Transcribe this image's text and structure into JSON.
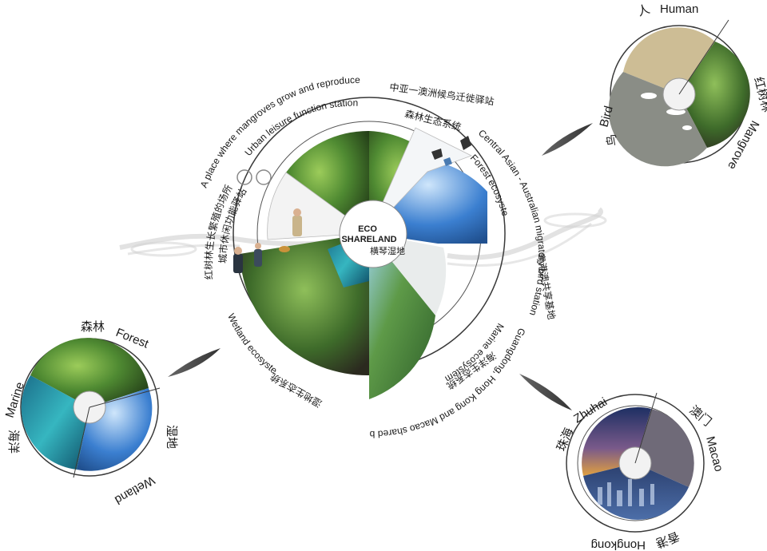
{
  "center": {
    "title_line1": "ECO",
    "title_line2": "SHARELAND",
    "subtitle_cn": "横琴湿地"
  },
  "ring_labels": {
    "mangrove_cn": "红树林生长繁殖的场所",
    "mangrove_en": "A place where mangroves grow and reproduce",
    "leisure_cn": "城市休闲功能驿站",
    "leisure_en": "Urban leisure function station",
    "bird_cn": "中亚一澳洲候鸟迁徙驿站",
    "bird_en": "Central Asian - Australian migratory bird station",
    "forest_cn": "森林生态系统",
    "forest_en": "Forest ecosystem",
    "gba_cn": "粤港澳共享基地",
    "gba_en": "Guangdong, Hong Kong and Macao shared base",
    "marine_cn": "海洋生态系统",
    "marine_en": "Marine ecosystem",
    "wetland_cn": "湿地生态系统",
    "wetland_en": "Wetland ecosystem"
  },
  "satellites": {
    "human": {
      "human_en": "Human",
      "human_cn": "人",
      "bird_en": "Bird",
      "bird_cn": "鸟",
      "mangrove_en": "Mangrove",
      "mangrove_cn": "红树林"
    },
    "ecosystem": {
      "forest_en": "Forest",
      "forest_cn": "森林",
      "marine_en": "Marine",
      "marine_cn": "海洋",
      "wetland_en": "Wetland",
      "wetland_cn": "湿地"
    },
    "region": {
      "zhuhai_en": "Zhuhai",
      "zhuhai_cn": "珠海",
      "macao_en": "Macao",
      "macao_cn": "澳门",
      "hongkong_en": "Hongkong",
      "hongkong_cn": "香港"
    }
  },
  "colors": {
    "sky": "#3b7fd0",
    "forest": "#3f7a2a",
    "grass": "#7fae45",
    "sea": "#2aa6b0",
    "mangrove_dark": "#2e4a22",
    "ring": "#3a3a3a",
    "leaf": "#4a4a4a"
  }
}
